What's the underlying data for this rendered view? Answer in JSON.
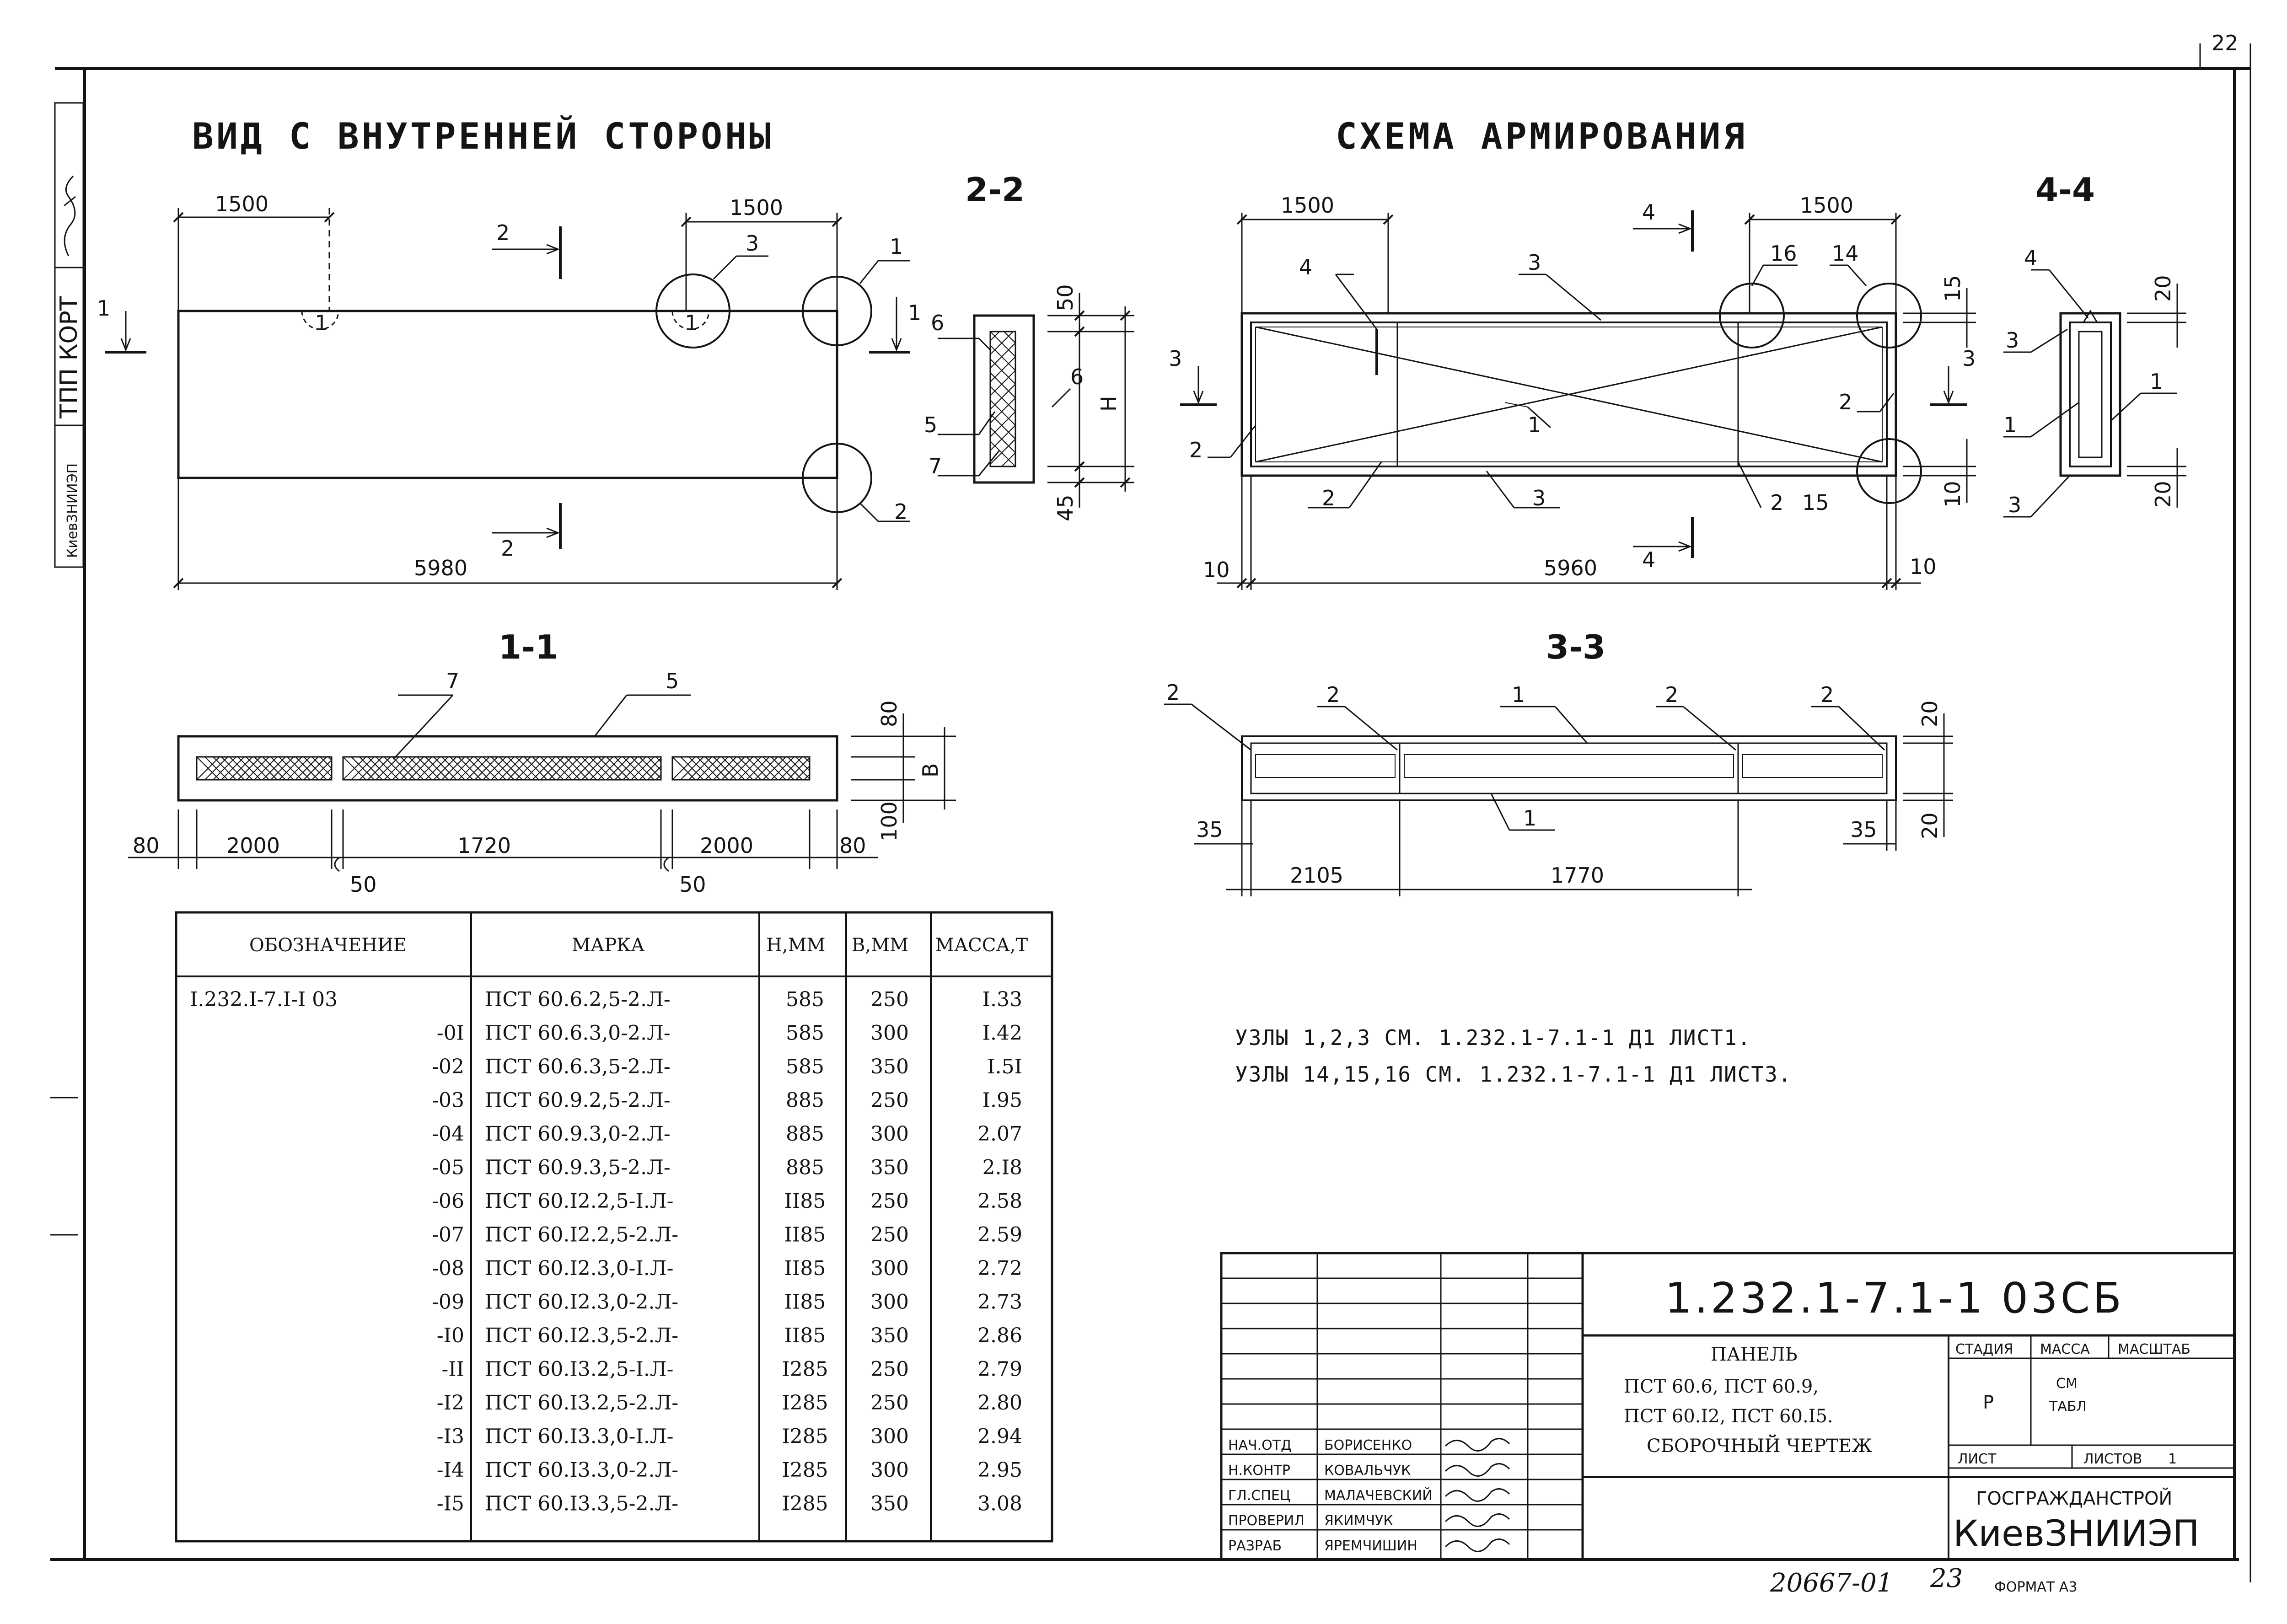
{
  "titles": {
    "left": "ВИД С ВНУТРЕННЕЙ СТОРОНЫ",
    "right": "СХЕМА АРМИРОВАНИЯ"
  },
  "sections": {
    "s22": "2-2",
    "s44": "4-4",
    "s11": "1-1",
    "s33": "3-3"
  },
  "view": {
    "dim_left": "1500",
    "dim_right": "1500",
    "dim_total": "5980",
    "cut1": "1",
    "cut2": "2",
    "node1": "1",
    "node2": "2",
    "node3": "3",
    "hole": "1"
  },
  "section22": {
    "d50": "50",
    "d45": "45",
    "H": "H",
    "l6": "6",
    "l5": "5",
    "l7": "7",
    "l6b": "6"
  },
  "scheme": {
    "dim_left": "1500",
    "dim_right": "1500",
    "dim_total": "5960",
    "d10a": "10",
    "d10b": "10",
    "d15": "15",
    "d10c": "10",
    "cut3": "3",
    "cut4": "4",
    "l4": "4",
    "l3": "3",
    "l16": "16",
    "l14": "14",
    "l2a": "2",
    "l2b": "2",
    "l2c": "2",
    "l2d": "2",
    "l1": "1",
    "l3b": "3",
    "l15": "15"
  },
  "section44": {
    "l4": "4",
    "l3": "3",
    "l1a": "1",
    "l1b": "1",
    "l3b": "3",
    "d20a": "20",
    "d20b": "20"
  },
  "section11": {
    "l7": "7",
    "l5": "5",
    "d80a": "80",
    "d2000a": "2000",
    "d1720": "1720",
    "d2000b": "2000",
    "d80b": "80",
    "d50a": "50",
    "d50b": "50",
    "d80v": "80",
    "B": "В",
    "d100": "100"
  },
  "section33": {
    "l2a": "2",
    "l2b": "2",
    "l1a": "1",
    "l2c": "2",
    "l2d": "2",
    "l1b": "1",
    "d20a": "20",
    "d20b": "20",
    "d35a": "35",
    "d35b": "35",
    "d2105": "2105",
    "d1770": "1770"
  },
  "table": {
    "headers": [
      "ОБОЗНАЧЕНИЕ",
      "МАРКА",
      "Н,ММ",
      "В,ММ",
      "МАССА,Т"
    ],
    "rows": [
      [
        "I.232.I-7.I-I 03",
        "ПСТ 60.6.2,5-2.Л-",
        "585",
        "250",
        "I.33"
      ],
      [
        "-0I",
        "ПСТ 60.6.3,0-2.Л-",
        "585",
        "300",
        "I.42"
      ],
      [
        "-02",
        "ПСТ 60.6.3,5-2.Л-",
        "585",
        "350",
        "I.5I"
      ],
      [
        "-03",
        "ПСТ 60.9.2,5-2.Л-",
        "885",
        "250",
        "I.95"
      ],
      [
        "-04",
        "ПСТ 60.9.3,0-2.Л-",
        "885",
        "300",
        "2.07"
      ],
      [
        "-05",
        "ПСТ 60.9.3,5-2.Л-",
        "885",
        "350",
        "2.I8"
      ],
      [
        "-06",
        "ПСТ 60.I2.2,5-I.Л-",
        "II85",
        "250",
        "2.58"
      ],
      [
        "-07",
        "ПСТ 60.I2.2,5-2.Л-",
        "II85",
        "250",
        "2.59"
      ],
      [
        "-08",
        "ПСТ 60.I2.3,0-I.Л-",
        "II85",
        "300",
        "2.72"
      ],
      [
        "-09",
        "ПСТ 60.I2.3,0-2.Л-",
        "II85",
        "300",
        "2.73"
      ],
      [
        "-I0",
        "ПСТ 60.I2.3,5-2.Л-",
        "II85",
        "350",
        "2.86"
      ],
      [
        "-II",
        "ПСТ 60.I3.2,5-I.Л-",
        "I285",
        "250",
        "2.79"
      ],
      [
        "-I2",
        "ПСТ 60.I3.2,5-2.Л-",
        "I285",
        "250",
        "2.80"
      ],
      [
        "-I3",
        "ПСТ 60.I3.3,0-I.Л-",
        "I285",
        "300",
        "2.94"
      ],
      [
        "-I4",
        "ПСТ 60.I3.3,0-2.Л-",
        "I285",
        "300",
        "2.95"
      ],
      [
        "-I5",
        "ПСТ 60.I3.3,5-2.Л-",
        "I285",
        "350",
        "3.08"
      ]
    ]
  },
  "notes": {
    "line1": "УЗЛЫ 1,2,3 СМ. 1.232.1-7.1-1 Д1 ЛИСТ1.",
    "line2": "УЗЛЫ 14,15,16 СМ. 1.232.1-7.1-1 Д1 ЛИСТ3."
  },
  "title_block": {
    "code": "1.232.1-7.1-1 03СБ",
    "name_title": "ПАНЕЛЬ",
    "name_line1": "ПСТ 60.6, ПСТ 60.9,",
    "name_line2": "ПСТ 60.I2, ПСТ 60.I5.",
    "name_line3": "СБОРОЧНЫЙ ЧЕРТЕЖ",
    "stage_h": "СТАДИЯ",
    "mass_h": "МАССА",
    "scale_h": "МАСШТАБ",
    "stage_v": "Р",
    "mass_v1": "СМ",
    "mass_v2": "ТАБЛ",
    "sheet_h": "ЛИСТ",
    "sheets_h": "ЛИСТОВ",
    "sheets_v": "1",
    "org1": "ГОСГРАЖДАНСТРОЙ",
    "org2": "КиевЗНИИЭП",
    "roles": [
      "НАЧ.ОТД",
      "Н.КОНТР",
      "ГЛ.СПЕЦ",
      "ПРОВЕРИЛ",
      "РАЗРАБ"
    ],
    "names": [
      "БОРИСЕНКО",
      "КОВАЛЬЧУК",
      "МАЛАЧЕВСКИЙ",
      "ЯКИМЧУК",
      "ЯРЕМЧИШИН"
    ]
  },
  "margin": {
    "inst": "КиевЗНИИЭП",
    "dept": "ТПП КОРТ"
  },
  "footer": {
    "archive": "20667-01",
    "page": "23",
    "format": "ФОРМАТ А3",
    "corner": "22"
  }
}
